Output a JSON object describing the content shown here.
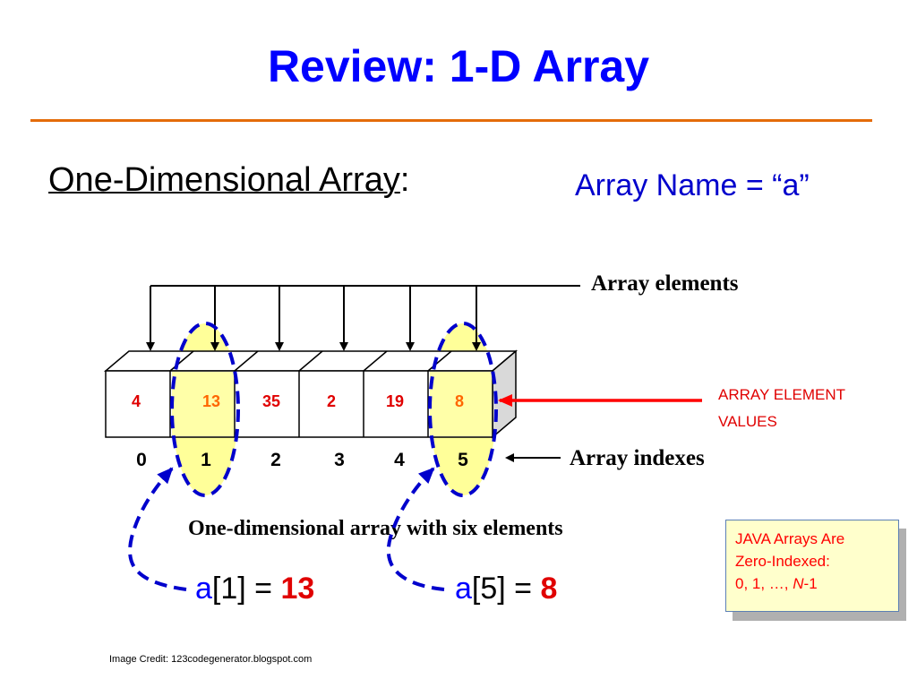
{
  "slide": {
    "title": "Review: 1-D Array",
    "subtitle_main": "One-Dimensional Array",
    "subtitle_colon": ":",
    "array_name": "Array Name = “a”"
  },
  "diagram": {
    "values": [
      "4",
      "13",
      "35",
      "2",
      "19",
      "8"
    ],
    "indexes": [
      "0",
      "1",
      "2",
      "3",
      "4",
      "5"
    ],
    "label_elements": "Array elements",
    "label_indexes": "Array indexes",
    "caption": "One-dimensional array with six elements"
  },
  "callout": {
    "line1": "ARRAY ELEMENT",
    "line2": "VALUES"
  },
  "note": {
    "line1": "JAVA Arrays Are",
    "line2": "Zero-Indexed:",
    "line3_prefix": "0, 1, …, ",
    "line3_var": "N",
    "line3_suffix": "-1"
  },
  "examples": [
    {
      "var": "a",
      "index_part": "[1] = ",
      "result": "13"
    },
    {
      "var": "a",
      "index_part": "[5] = ",
      "result": "8"
    }
  ],
  "credit": "Image Credit:  123codegenerator.blogspot.com",
  "colors": {
    "title": "#0000ff",
    "rule": "#e46c0a",
    "value_red": "#e00000",
    "value_orange": "#ff6600",
    "highlight": "#ffff99",
    "dashed_blue": "#0000cc"
  }
}
